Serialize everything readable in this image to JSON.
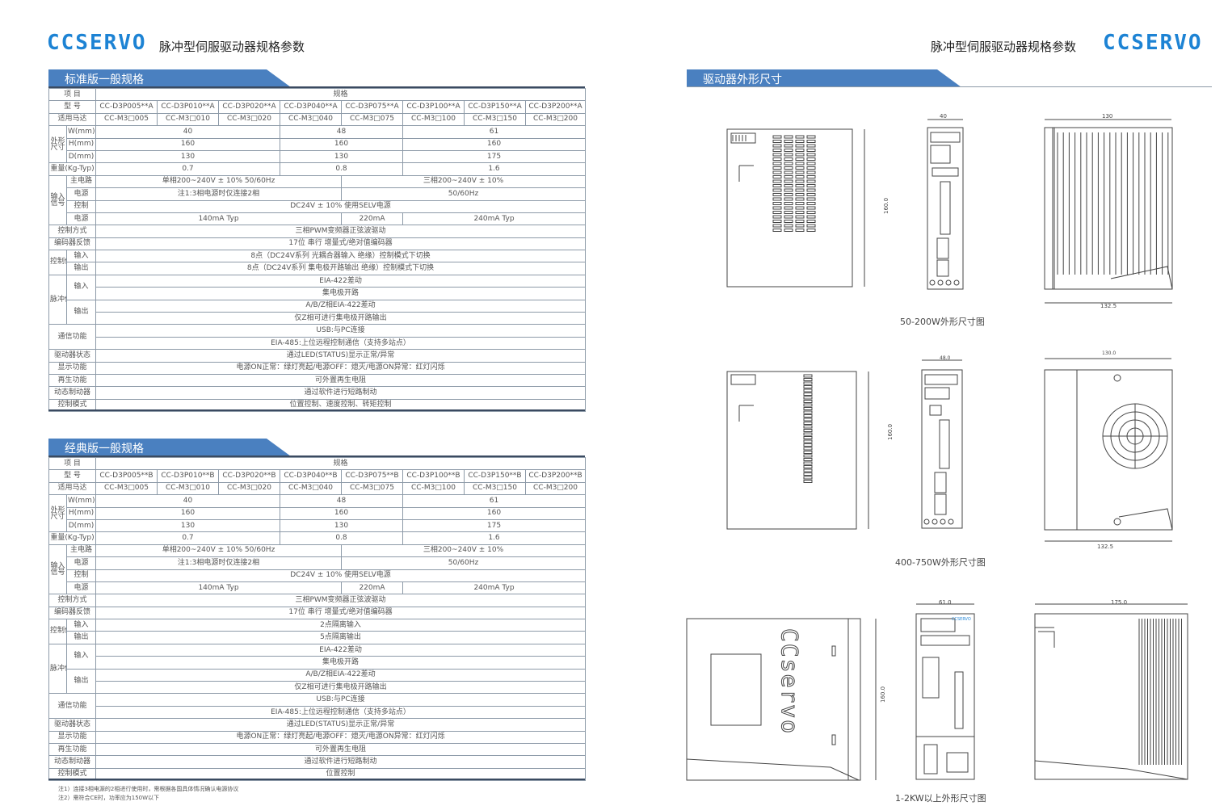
{
  "header": {
    "brand_left": "CCSERVO",
    "brand_right": "CCSERVO",
    "title_left": "脉冲型伺服驱动器规格参数",
    "title_right": "脉冲型伺服驱动器规格参数"
  },
  "sections": {
    "standard": "标准版一般规格",
    "classic": "经典版一般规格",
    "dimensions": "驱动器外形尺寸"
  },
  "standard_table": {
    "rows": [
      [
        {
          "t": "项  目",
          "c": 2
        },
        {
          "t": "规格",
          "c": 8
        }
      ],
      [
        {
          "t": "型  号",
          "c": 2
        },
        {
          "t": "CC-D3P005**A"
        },
        {
          "t": "CC-D3P010**A"
        },
        {
          "t": "CC-D3P020**A"
        },
        {
          "t": "CC-D3P040**A"
        },
        {
          "t": "CC-D3P075**A"
        },
        {
          "t": "CC-D3P100**A"
        },
        {
          "t": "CC-D3P150**A"
        },
        {
          "t": "CC-D3P200**A"
        }
      ],
      [
        {
          "t": "适用马达",
          "c": 2
        },
        {
          "t": "CC-M3□005"
        },
        {
          "t": "CC-M3□010"
        },
        {
          "t": "CC-M3□020"
        },
        {
          "t": "CC-M3□040"
        },
        {
          "t": "CC-M3□075"
        },
        {
          "t": "CC-M3□100"
        },
        {
          "t": "CC-M3□150"
        },
        {
          "t": "CC-M3□200"
        }
      ],
      [
        {
          "t": "外形尺寸",
          "r": 3,
          "v": 1
        },
        {
          "t": "W(mm)"
        },
        {
          "t": "40",
          "c": 3
        },
        {
          "t": "48",
          "c": 2
        },
        {
          "t": "61",
          "c": 3
        }
      ],
      [
        {
          "t": "H(mm)"
        },
        {
          "t": "160",
          "c": 3
        },
        {
          "t": "160",
          "c": 2
        },
        {
          "t": "160",
          "c": 3
        }
      ],
      [
        {
          "t": "D(mm)"
        },
        {
          "t": "130",
          "c": 3
        },
        {
          "t": "130",
          "c": 2
        },
        {
          "t": "175",
          "c": 3
        }
      ],
      [
        {
          "t": "重量(Kg-Typ)",
          "c": 2
        },
        {
          "t": "0.7",
          "c": 3
        },
        {
          "t": "0.8",
          "c": 2
        },
        {
          "t": "1.6",
          "c": 3
        }
      ],
      [
        {
          "t": "输入信号",
          "r": 4,
          "v": 1
        },
        {
          "t": "主电路"
        },
        {
          "t": "单相200~240V ± 10% 50/60Hz",
          "c": 4
        },
        {
          "t": "三相200~240V ± 10%",
          "c": 4
        }
      ],
      [
        {
          "t": "电源"
        },
        {
          "t": "注1:3相电源时仅连接2相",
          "c": 4
        },
        {
          "t": "50/60Hz",
          "c": 4
        }
      ],
      [
        {
          "t": "控制"
        },
        {
          "t": "DC24V ± 10%   使用SELV电源",
          "c": 8
        }
      ],
      [
        {
          "t": "电源"
        },
        {
          "t": "140mA Typ",
          "c": 4
        },
        {
          "t": "220mA",
          "c": 1
        },
        {
          "t": "240mA Typ",
          "c": 3
        }
      ],
      [
        {
          "t": "控制方式",
          "c": 2
        },
        {
          "t": "三相PWM变频器正弦波驱动",
          "c": 8
        }
      ],
      [
        {
          "t": "编码器反馈",
          "c": 2
        },
        {
          "t": "17位   串行   增量式/绝对值编码器",
          "c": 8
        }
      ],
      [
        {
          "t": "控制信号",
          "r": 2
        },
        {
          "t": "输入"
        },
        {
          "t": "8点（DC24V系列 光耦合器输入 绝缘）控制模式下切换",
          "c": 8
        }
      ],
      [
        {
          "t": "输出"
        },
        {
          "t": "8点（DC24V系列 集电极开路输出 绝缘）控制模式下切换",
          "c": 8
        }
      ],
      [
        {
          "t": "脉冲信号",
          "r": 4
        },
        {
          "t": "输入",
          "r": 2
        },
        {
          "t": "EIA-422差动",
          "c": 8
        }
      ],
      [
        {
          "t": "集电极开路",
          "c": 8
        }
      ],
      [
        {
          "t": "输出",
          "r": 2
        },
        {
          "t": "A/B/Z相EIA-422差动",
          "c": 8
        }
      ],
      [
        {
          "t": "仅Z相可进行集电极开路输出",
          "c": 8
        }
      ],
      [
        {
          "t": "通信功能",
          "c": 2,
          "r": 2
        },
        {
          "t": "USB:与PC连接",
          "c": 8
        }
      ],
      [
        {
          "t": "EIA-485:上位远程控制通信（支持多站点）",
          "c": 8
        }
      ],
      [
        {
          "t": "驱动器状态",
          "c": 2
        },
        {
          "t": "通过LED(STATUS)显示正常/异常",
          "c": 8
        }
      ],
      [
        {
          "t": "显示功能",
          "c": 2
        },
        {
          "t": "电源ON正常：绿灯亮起/电源OFF：熄灭/电源ON异常：红灯闪烁",
          "c": 8
        }
      ],
      [
        {
          "t": "再生功能",
          "c": 2
        },
        {
          "t": "可外置再生电阻",
          "c": 8
        }
      ],
      [
        {
          "t": "动态制动器",
          "c": 2
        },
        {
          "t": "通过软件进行短路制动",
          "c": 8
        }
      ],
      [
        {
          "t": "控制模式",
          "c": 2
        },
        {
          "t": "位置控制、速度控制、转矩控制",
          "c": 8
        }
      ]
    ]
  },
  "classic_table": {
    "rows": [
      [
        {
          "t": "项  目",
          "c": 2
        },
        {
          "t": "规格",
          "c": 8
        }
      ],
      [
        {
          "t": "型  号",
          "c": 2
        },
        {
          "t": "CC-D3P005**B"
        },
        {
          "t": "CC-D3P010**B"
        },
        {
          "t": "CC-D3P020**B"
        },
        {
          "t": "CC-D3P040**B"
        },
        {
          "t": "CC-D3P075**B"
        },
        {
          "t": "CC-D3P100**B"
        },
        {
          "t": "CC-D3P150**B"
        },
        {
          "t": "CC-D3P200**B"
        }
      ],
      [
        {
          "t": "适用马达",
          "c": 2
        },
        {
          "t": "CC-M3□005"
        },
        {
          "t": "CC-M3□010"
        },
        {
          "t": "CC-M3□020"
        },
        {
          "t": "CC-M3□040"
        },
        {
          "t": "CC-M3□075"
        },
        {
          "t": "CC-M3□100"
        },
        {
          "t": "CC-M3□150"
        },
        {
          "t": "CC-M3□200"
        }
      ],
      [
        {
          "t": "外形尺寸",
          "r": 3,
          "v": 1
        },
        {
          "t": "W(mm)"
        },
        {
          "t": "40",
          "c": 3
        },
        {
          "t": "48",
          "c": 2
        },
        {
          "t": "61",
          "c": 3
        }
      ],
      [
        {
          "t": "H(mm)"
        },
        {
          "t": "160",
          "c": 3
        },
        {
          "t": "160",
          "c": 2
        },
        {
          "t": "160",
          "c": 3
        }
      ],
      [
        {
          "t": "D(mm)"
        },
        {
          "t": "130",
          "c": 3
        },
        {
          "t": "130",
          "c": 2
        },
        {
          "t": "175",
          "c": 3
        }
      ],
      [
        {
          "t": "重量(Kg-Typ)",
          "c": 2
        },
        {
          "t": "0.7",
          "c": 3
        },
        {
          "t": "0.8",
          "c": 2
        },
        {
          "t": "1.6",
          "c": 3
        }
      ],
      [
        {
          "t": "输入信号",
          "r": 4,
          "v": 1
        },
        {
          "t": "主电路"
        },
        {
          "t": "单相200~240V ± 10% 50/60Hz",
          "c": 4
        },
        {
          "t": "三相200~240V ± 10%",
          "c": 4
        }
      ],
      [
        {
          "t": "电源"
        },
        {
          "t": "注1:3相电源时仅连接2相",
          "c": 4
        },
        {
          "t": "50/60Hz",
          "c": 4
        }
      ],
      [
        {
          "t": "控制"
        },
        {
          "t": "DC24V ± 10%   使用SELV电源",
          "c": 8
        }
      ],
      [
        {
          "t": "电源"
        },
        {
          "t": "140mA Typ",
          "c": 4
        },
        {
          "t": "220mA",
          "c": 1
        },
        {
          "t": "240mA Typ",
          "c": 3
        }
      ],
      [
        {
          "t": "控制方式",
          "c": 2
        },
        {
          "t": "三相PWM变频器正弦波驱动",
          "c": 8
        }
      ],
      [
        {
          "t": "编码器反馈",
          "c": 2
        },
        {
          "t": "17位   串行   增量式/绝对值编码器",
          "c": 8
        }
      ],
      [
        {
          "t": "控制信号",
          "r": 2
        },
        {
          "t": "输入"
        },
        {
          "t": "2点隔离输入",
          "c": 8
        }
      ],
      [
        {
          "t": "输出"
        },
        {
          "t": "5点隔离输出",
          "c": 8
        }
      ],
      [
        {
          "t": "脉冲信号",
          "r": 4
        },
        {
          "t": "输入",
          "r": 2
        },
        {
          "t": "EIA-422差动",
          "c": 8
        }
      ],
      [
        {
          "t": "集电极开路",
          "c": 8
        }
      ],
      [
        {
          "t": "输出",
          "r": 2
        },
        {
          "t": "A/B/Z相EIA-422差动",
          "c": 8
        }
      ],
      [
        {
          "t": "仅Z相可进行集电极开路输出",
          "c": 8
        }
      ],
      [
        {
          "t": "通信功能",
          "c": 2,
          "r": 2
        },
        {
          "t": "USB:与PC连接",
          "c": 8
        }
      ],
      [
        {
          "t": "EIA-485:上位远程控制通信（支持多站点）",
          "c": 8
        }
      ],
      [
        {
          "t": "驱动器状态",
          "c": 2
        },
        {
          "t": "通过LED(STATUS)显示正常/异常",
          "c": 8
        }
      ],
      [
        {
          "t": "显示功能",
          "c": 2
        },
        {
          "t": "电源ON正常：绿灯亮起/电源OFF：熄灭/电源ON异常：红灯闪烁",
          "c": 8
        }
      ],
      [
        {
          "t": "再生功能",
          "c": 2
        },
        {
          "t": "可外置再生电阻",
          "c": 8
        }
      ],
      [
        {
          "t": "动态制动器",
          "c": 2
        },
        {
          "t": "通过软件进行短路制动",
          "c": 8
        }
      ],
      [
        {
          "t": "控制模式",
          "c": 2
        },
        {
          "t": "位置控制",
          "c": 8
        }
      ]
    ]
  },
  "notes": {
    "n1": "注1）连接3相电源的2相进行使用时，需根据各国具体情况确认电源协议",
    "n2": "注2）需符合CE时，功率应为150W以下"
  },
  "drawings": {
    "caption1": "50-200W外形尺寸图",
    "caption2": "400-750W外形尺寸图",
    "caption3": "1-2KW以上外形尺寸图",
    "d1_width": "40",
    "d1_height": "160.0",
    "d1_depth_top": "130",
    "d1_depth_bottom": "132.5",
    "d2_width": "48.0",
    "d2_height": "160.0",
    "d2_depth_top": "130.0",
    "d2_depth_bottom": "132.5",
    "d3_width": "61.0",
    "d3_height": "160.0",
    "d3_depth_top": "175.0",
    "logo_text": "CCservo",
    "panel_brand": "CCSERVO"
  }
}
